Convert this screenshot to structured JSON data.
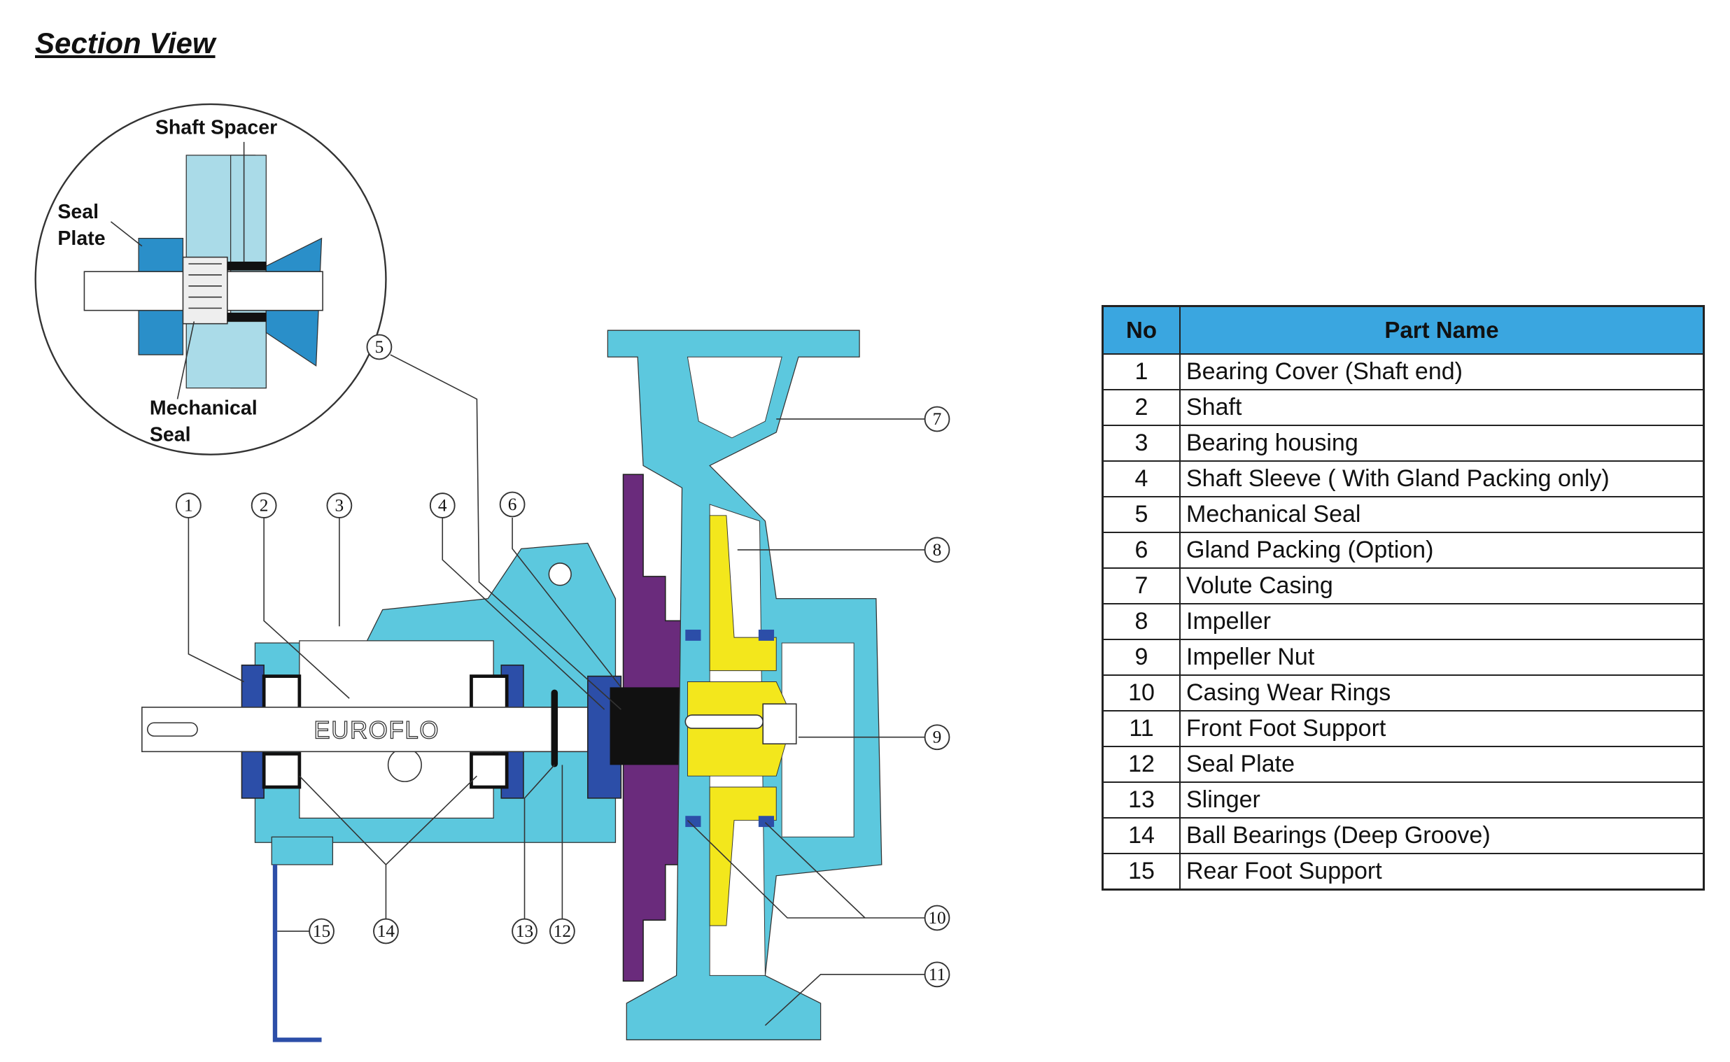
{
  "title": "Section View",
  "inset": {
    "labels": {
      "shaft_spacer": "Shaft Spacer",
      "seal_plate_1": "Seal",
      "seal_plate_2": "Plate",
      "mech_seal_1": "Mechanical",
      "mech_seal_2": "Seal"
    }
  },
  "brand": "EUROFLO",
  "callouts": [
    "1",
    "2",
    "3",
    "4",
    "5",
    "6",
    "7",
    "8",
    "9",
    "10",
    "11",
    "12",
    "13",
    "14",
    "15"
  ],
  "table": {
    "headers": {
      "no": "No",
      "name": "Part Name"
    },
    "rows": [
      {
        "no": "1",
        "name": "Bearing Cover (Shaft end)"
      },
      {
        "no": "2",
        "name": "Shaft"
      },
      {
        "no": "3",
        "name": "Bearing housing"
      },
      {
        "no": "4",
        "name": "Shaft Sleeve ( With Gland Packing only)"
      },
      {
        "no": "5",
        "name": "Mechanical Seal"
      },
      {
        "no": "6",
        "name": "Gland Packing (Option)"
      },
      {
        "no": "7",
        "name": "Volute Casing"
      },
      {
        "no": "8",
        "name": "Impeller"
      },
      {
        "no": "9",
        "name": "Impeller Nut"
      },
      {
        "no": "10",
        "name": "Casing Wear Rings"
      },
      {
        "no": "11",
        "name": "Front Foot Support"
      },
      {
        "no": "12",
        "name": "Seal Plate"
      },
      {
        "no": "13",
        "name": "Slinger"
      },
      {
        "no": "14",
        "name": "Ball Bearings (Deep Groove)"
      },
      {
        "no": "15",
        "name": "Rear Foot Support"
      }
    ]
  },
  "colors": {
    "casing": "#5cc8de",
    "purple": "#6a2b7c",
    "dark_blue": "#2c4ea8",
    "yellow": "#f3e71c",
    "header": "#3aa6e0"
  }
}
